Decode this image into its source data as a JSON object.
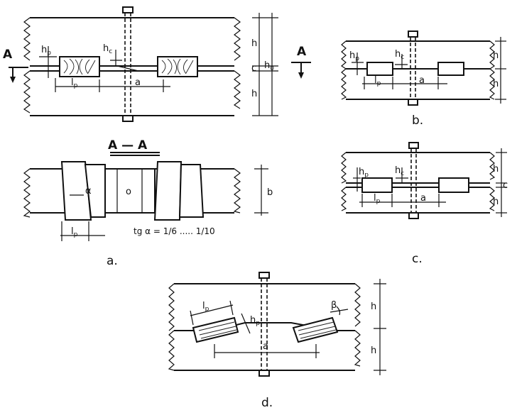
{
  "figure": {
    "section_letter": "A",
    "section_title": "A — A",
    "captions": {
      "a": "a.",
      "b": "b.",
      "c": "c.",
      "d": "d."
    },
    "formula": "tg α = 1/6 ..... 1/10",
    "labels": {
      "h": "h",
      "h0": "h",
      "h0_sub": "0",
      "hp": "h",
      "hp_sub": "p",
      "hc": "h",
      "hc_sub": "c",
      "lp": "l",
      "lp_sub": "p",
      "a": "a",
      "b": "b",
      "c": "c",
      "o": "o",
      "alpha": "α",
      "beta": "β"
    }
  }
}
